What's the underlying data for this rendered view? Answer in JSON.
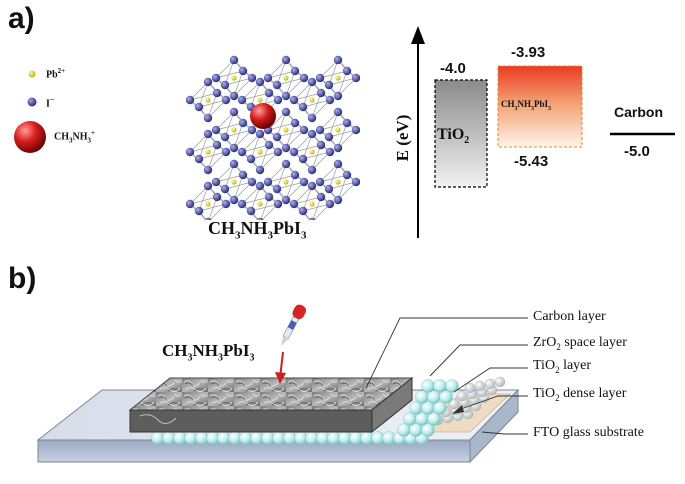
{
  "panel_a": {
    "label": "a)",
    "legend": {
      "pb": {
        "label": "Pb",
        "sup": "2+",
        "color": "#e6e12a"
      },
      "iodide": {
        "label": "I",
        "sup": "−",
        "color": "#4a4fa6"
      },
      "methylammonium": {
        "label": "CH",
        "sub": "3",
        "label2": "NH",
        "sub2": "3",
        "sup": "+",
        "color": "#d81c1c"
      }
    },
    "structure_caption": {
      "p1": "CH",
      "s1": "3",
      "p2": "NH",
      "s2": "3",
      "p3": "PbI",
      "s3": "3"
    },
    "energy": {
      "axis_label": "E (eV)",
      "tio2": {
        "label": "TiO",
        "sub": "2",
        "top": "-4.0"
      },
      "perovskite": {
        "label": "CH",
        "s1": "3",
        "label2": "NH",
        "s2": "3",
        "label3": "PbI",
        "s3": "3",
        "top": "-3.93",
        "bottom": "-5.43"
      },
      "carbon": {
        "label": "Carbon",
        "level": "-5.0"
      }
    }
  },
  "panel_b": {
    "label": "b)",
    "formula": {
      "p1": "CH",
      "s1": "3",
      "p2": "NH",
      "s2": "3",
      "p3": "PbI",
      "s3": "3"
    },
    "layers": {
      "carbon": {
        "text": "Carbon layer"
      },
      "zro2": {
        "p1": "ZrO",
        "sub": "2",
        "p2": " space layer"
      },
      "tio2": {
        "p1": "TiO",
        "sub": "2",
        "p2": " layer"
      },
      "tio2_dense": {
        "p1": "TiO",
        "sub": "2",
        "p2": " dense layer"
      },
      "fto": {
        "text": "FTO glass substrate"
      }
    }
  }
}
